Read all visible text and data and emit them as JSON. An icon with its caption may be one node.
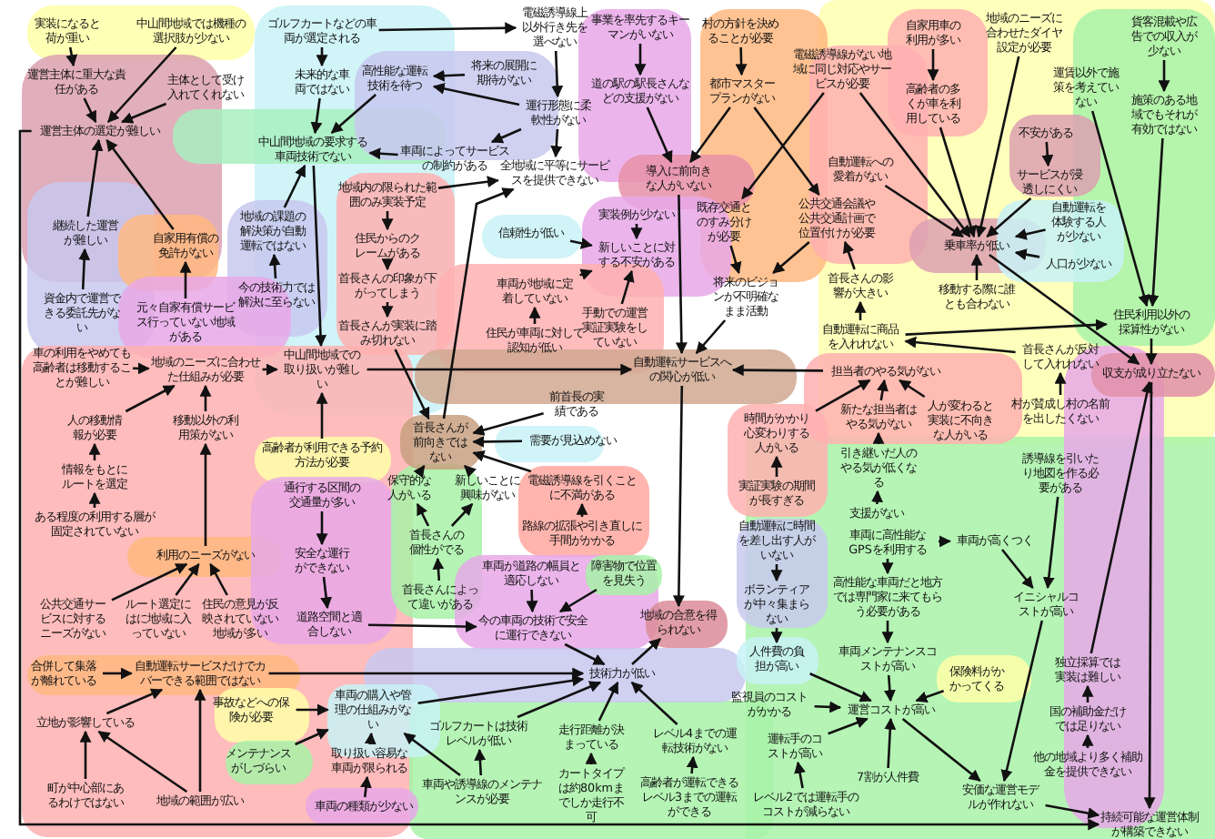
{
  "diagram": {
    "nodes": [
      {
        "text": [
          "実装になると荷が重い"
        ]
      },
      {
        "text": [
          "中山間地域では機種の選択肢が少ない"
        ]
      },
      {
        "text": [
          "運営主体に重大な責任がある"
        ]
      },
      {
        "text": [
          "主体として受け入れてくれない"
        ]
      },
      {
        "text": [
          "運営主体の選定が難しい"
        ]
      },
      {
        "text": [
          "継続した運営が難しい"
        ]
      },
      {
        "text": [
          "自家用有償の免許がない"
        ]
      },
      {
        "text": [
          "資金内で運営できる委託先がない"
        ]
      },
      {
        "text": [
          "元々自家有償サービス行っていない地域がある"
        ]
      },
      {
        "text": [
          "地域の課題の解決策が自動運転ではない"
        ]
      },
      {
        "text": [
          "今の技術力では解決に至らない"
        ]
      },
      {
        "text": [
          "ゴルフカートなどの車両が選定される"
        ]
      },
      {
        "text": [
          "未来的な車両ではない"
        ]
      },
      {
        "text": [
          "高性能な運転技術を待つ"
        ]
      },
      {
        "text": [
          "中山間地域の要求する車両技術でない"
        ]
      },
      {
        "text": [
          "電磁誘導線上以外行き先を選べない"
        ]
      },
      {
        "text": [
          "将来の展開に期待がない"
        ]
      },
      {
        "text": [
          "運行形態に柔軟性がない"
        ]
      },
      {
        "text": [
          "車両によってサービスの制約がある"
        ]
      },
      {
        "text": [
          "事業を率先するキーマンがいない"
        ]
      },
      {
        "text": [
          "道の駅の駅長さんなどの支援がない"
        ]
      },
      {
        "text": [
          "村の方針を決めることが必要"
        ]
      },
      {
        "text": [
          "都市マスタープランがない"
        ]
      },
      {
        "text": [
          "電磁誘導線がない地域に同じ対応やサービスが必要"
        ]
      },
      {
        "text": [
          "自家用車の利用が多い"
        ]
      },
      {
        "text": [
          "地域のニーズに合わせたダイヤ設定が必要"
        ]
      },
      {
        "text": [
          "貨客混載や広告での収入が少ない"
        ]
      },
      {
        "text": [
          "高齢者の多くが車を利用している"
        ]
      },
      {
        "text": [
          "運賃以外で施策を考えていない"
        ]
      },
      {
        "text": [
          "施策のある地域でもそれが有効ではない"
        ]
      },
      {
        "text": [
          "不安がある"
        ]
      },
      {
        "text": [
          "サービスが浸透しにくい"
        ]
      },
      {
        "text": [
          "自動運転を体験する人が少ない"
        ]
      },
      {
        "text": [
          "人口が少ない"
        ]
      },
      {
        "text": [
          "乗車率が低い"
        ]
      },
      {
        "text": [
          "自動運転への愛着がない"
        ]
      },
      {
        "text": [
          "公共交通会議や公共交通計画で位置付けが必要"
        ]
      },
      {
        "text": [
          "既存交通とのすみ分けが必要"
        ]
      },
      {
        "text": [
          "将来のビジョンが不明確なまま活動"
        ]
      },
      {
        "text": [
          "首長さんの影響が大きい"
        ]
      },
      {
        "text": [
          "自動運転に商品を入れれない"
        ]
      },
      {
        "text": [
          "移動する際に誰とも合わない"
        ]
      },
      {
        "text": [
          "首長さんが反対して入れれない"
        ]
      },
      {
        "text": [
          "住民利用以外の採算性がない"
        ]
      },
      {
        "text": [
          "収支が成り立たない"
        ]
      },
      {
        "text": [
          "村が賛成し村の名前を出したくない"
        ]
      },
      {
        "text": [
          "導入に前向きな人がいない"
        ]
      },
      {
        "text": [
          "全地域に平等にサービスを提供できない"
        ]
      },
      {
        "text": [
          "実装例が少ない"
        ]
      },
      {
        "text": [
          "新しいことに対する不安がある"
        ]
      },
      {
        "text": [
          "信頼性が低い"
        ]
      },
      {
        "text": [
          "車両が地域に定着していない"
        ]
      },
      {
        "text": [
          "住民が車両に対して認知が低い"
        ]
      },
      {
        "text": [
          "手動での運営実証実験をしていない"
        ]
      },
      {
        "text": [
          "地域内の限られた範囲のみ実装予定"
        ]
      },
      {
        "text": [
          "住民からのクレームがある"
        ]
      },
      {
        "text": [
          "首長さんの印象が下がってしまう"
        ]
      },
      {
        "text": [
          "首長さんが実装に踏み切れない"
        ]
      },
      {
        "text": [
          "車の利用をやめても高齢者は移動することが難しい"
        ]
      },
      {
        "text": [
          "地域のニーズに合わせた仕組みが必要"
        ]
      },
      {
        "text": [
          "中山間地域での取り扱いが難しい"
        ]
      },
      {
        "text": [
          "自動運転サービスへの関心が低い"
        ]
      },
      {
        "text": [
          "前首長の実績である"
        ]
      },
      {
        "text": [
          "時間がかかり心変わりする人がいる"
        ]
      },
      {
        "text": [
          "担当者のやる気がない"
        ]
      },
      {
        "text": [
          "新たな担当者はやる気がない"
        ]
      },
      {
        "text": [
          "人が変わると実装に不向きな人がいる"
        ]
      },
      {
        "text": [
          "人の移動情報が必要"
        ]
      },
      {
        "text": [
          "移動以外の利用策がない"
        ]
      },
      {
        "text": [
          "情報をもとにルートを選定"
        ]
      },
      {
        "text": [
          "ある程度の利用する層が固定されていない"
        ]
      },
      {
        "text": [
          "利用のニーズがない"
        ]
      },
      {
        "text": [
          "公共交通サービスに対するニーズがない"
        ]
      },
      {
        "text": [
          "ルート選定にはに地域に入っていない"
        ]
      },
      {
        "text": [
          "住民の意見が反映されていない地域が多い"
        ]
      },
      {
        "text": [
          "高齢者が利用できる予約方法が必要"
        ]
      },
      {
        "text": [
          "通行する区間の交通量が多い"
        ]
      },
      {
        "text": [
          "安全な運行ができない"
        ]
      },
      {
        "text": [
          "道路空間と適合しない"
        ]
      },
      {
        "text": [
          "首長さんが前向きではない"
        ]
      },
      {
        "text": [
          "需要が見込めない"
        ]
      },
      {
        "text": [
          "保守的な人がいる"
        ]
      },
      {
        "text": [
          "新しいことに興味がない"
        ]
      },
      {
        "text": [
          "首長さんの個性がでる"
        ]
      },
      {
        "text": [
          "首長さんによって違いがある"
        ]
      },
      {
        "text": [
          "電磁誘導線を引くことに不満がある"
        ]
      },
      {
        "text": [
          "路線の拡張や引き直しに手間がかかる"
        ]
      },
      {
        "text": [
          "車両が道路の幅員と適応しない"
        ]
      },
      {
        "text": [
          "障害物で位置を見失う"
        ]
      },
      {
        "text": [
          "今の車両の技術で安全に運行できない"
        ]
      },
      {
        "text": [
          "地域の合意を得られない"
        ]
      },
      {
        "text": [
          "実証実験の期間が長すぎる"
        ]
      },
      {
        "text": [
          "自動運転に時間を差し出す人がいない"
        ]
      },
      {
        "text": [
          "ボランティアが中々集まらない"
        ]
      },
      {
        "text": [
          "人件費の負担が高い"
        ]
      },
      {
        "text": [
          "引き継いだ人のやる気が低くなる"
        ]
      },
      {
        "text": [
          "支援がない"
        ]
      },
      {
        "text": [
          "誘導線を引いたり地図を作る必要がある"
        ]
      },
      {
        "text": [
          "車両に高性能なGPSを利用する"
        ]
      },
      {
        "text": [
          "車両が高くつく"
        ]
      },
      {
        "text": [
          "高性能な車両だと地方では専門家に来てもらう必要がある"
        ]
      },
      {
        "text": [
          "イニシャルコストが高い"
        ]
      },
      {
        "text": [
          "車両メンテナンスコストが高い"
        ]
      },
      {
        "text": [
          "保険料がかかってくる"
        ]
      },
      {
        "text": [
          "独立採算では実装は難しい"
        ]
      },
      {
        "text": [
          "国の補助金だけでは足りない"
        ]
      },
      {
        "text": [
          "他の地域より多く補助金を提供できない"
        ]
      },
      {
        "text": [
          "運営コストが高い"
        ]
      },
      {
        "text": [
          "7割が人件費"
        ]
      },
      {
        "text": [
          "安価な運営モデルが作れない"
        ]
      },
      {
        "text": [
          "持続可能な運営体制が構築できない"
        ]
      },
      {
        "text": [
          "監視員のコストがかかる"
        ]
      },
      {
        "text": [
          "運転手のコストが高い"
        ]
      },
      {
        "text": [
          "レベル2では運転手のコストが減らない"
        ]
      },
      {
        "text": [
          "技術力が低い"
        ]
      },
      {
        "text": [
          "走行距離が決まっている"
        ]
      },
      {
        "text": [
          "カートタイプは約80kmまでしか走行不可"
        ]
      },
      {
        "text": [
          "レベル4までの運転技術がない"
        ]
      },
      {
        "text": [
          "高齢者が運転できるレベル3までの運転ができる"
        ]
      },
      {
        "text": [
          "ゴルフカートは技術レベルが低い"
        ]
      },
      {
        "text": [
          "車両や誘導線のメンテナンスが必要"
        ]
      },
      {
        "text": [
          "車両の購入や管理の仕組みがない"
        ]
      },
      {
        "text": [
          "事故などへの保険が必要"
        ]
      },
      {
        "text": [
          "メンテナンスがしづらい"
        ]
      },
      {
        "text": [
          "取り扱い容易な車両が限られる"
        ]
      },
      {
        "text": [
          "車両の種類が少ない"
        ]
      },
      {
        "text": [
          "合併して集落が離れている"
        ]
      },
      {
        "text": [
          "自動運転サービスだけでカバーできる範囲ではない"
        ]
      },
      {
        "text": [
          "立地が影響している"
        ]
      },
      {
        "text": [
          "町が中心部にあるわけではない"
        ]
      },
      {
        "text": [
          "地域の範囲が広い"
        ]
      }
    ],
    "edges": [
      {
        "from": 0,
        "to": 2,
        "arrow": "to"
      },
      {
        "from": 1,
        "to": 4,
        "arrow": "to"
      },
      {
        "from": 2,
        "to": 4,
        "arrow": "to"
      },
      {
        "from": 3,
        "to": 4,
        "arrow": "to"
      },
      {
        "from": 5,
        "to": 4,
        "arrow": "to"
      },
      {
        "from": 6,
        "to": 4,
        "arrow": "to"
      },
      {
        "from": 7,
        "to": 5,
        "arrow": "to"
      },
      {
        "from": 8,
        "to": 6,
        "arrow": "to"
      },
      {
        "from": 10,
        "to": 9,
        "arrow": "to"
      },
      {
        "from": 9,
        "to": 14,
        "arrow": "to"
      },
      {
        "from": 11,
        "to": 12,
        "arrow": "to"
      },
      {
        "from": 11,
        "to": 15,
        "arrow": "to"
      },
      {
        "from": 12,
        "to": 14,
        "arrow": "to"
      },
      {
        "from": 13,
        "to": 14,
        "arrow": "to"
      },
      {
        "from": 16,
        "to": 13,
        "arrow": "to"
      },
      {
        "from": 17,
        "to": 13,
        "arrow": "to"
      },
      {
        "from": 15,
        "to": 17,
        "arrow": "to"
      },
      {
        "from": 17,
        "to": 18,
        "arrow": "to"
      },
      {
        "from": 17,
        "to": 47,
        "arrow": "to"
      },
      {
        "from": 18,
        "to": 14,
        "arrow": "to"
      },
      {
        "from": 54,
        "to": 47,
        "arrow": "to"
      },
      {
        "from": 54,
        "to": 55,
        "arrow": "to"
      },
      {
        "from": 55,
        "to": 56,
        "arrow": "to"
      },
      {
        "from": 56,
        "to": 57,
        "arrow": "to"
      },
      {
        "from": 57,
        "to": 79,
        "arrow": "to"
      },
      {
        "from": 79,
        "to": 47,
        "arrow": "to"
      },
      {
        "from": 14,
        "to": 60,
        "arrow": "to"
      },
      {
        "from": 75,
        "to": 60,
        "arrow": "to"
      },
      {
        "from": 58,
        "to": 59,
        "arrow": "to"
      },
      {
        "from": 59,
        "to": 60,
        "arrow": "to"
      },
      {
        "from": 67,
        "to": 59,
        "arrow": "to"
      },
      {
        "from": 68,
        "to": 59,
        "arrow": "to"
      },
      {
        "from": 69,
        "to": 67,
        "arrow": "to"
      },
      {
        "from": 70,
        "to": 69,
        "arrow": "to"
      },
      {
        "from": 71,
        "to": 68,
        "arrow": "to"
      },
      {
        "from": 72,
        "to": 71,
        "arrow": "to"
      },
      {
        "from": 73,
        "to": 71,
        "arrow": "to"
      },
      {
        "from": 74,
        "to": 71,
        "arrow": "to"
      },
      {
        "from": 60,
        "to": 61,
        "arrow": "to"
      },
      {
        "from": 76,
        "to": 77,
        "arrow": "to"
      },
      {
        "from": 77,
        "to": 78,
        "arrow": "to"
      },
      {
        "from": 78,
        "to": 89,
        "arrow": "to"
      },
      {
        "from": 4,
        "to": 110,
        "arrow": "to"
      },
      {
        "from": 127,
        "to": 114,
        "arrow": "to"
      },
      {
        "from": 121,
        "to": 114,
        "arrow": "to"
      },
      {
        "from": 119,
        "to": 114,
        "arrow": "to"
      },
      {
        "from": 115,
        "to": 114,
        "arrow": "to"
      },
      {
        "from": 117,
        "to": 114,
        "arrow": "to"
      },
      {
        "from": 89,
        "to": 114,
        "arrow": "to"
      },
      {
        "from": 114,
        "to": 90,
        "arrow": "to"
      },
      {
        "from": 61,
        "to": 90,
        "arrow": "to"
      },
      {
        "from": 116,
        "to": 115,
        "arrow": "to"
      },
      {
        "from": 118,
        "to": 117,
        "arrow": "to"
      },
      {
        "from": 120,
        "to": 119,
        "arrow": "to"
      },
      {
        "from": 122,
        "to": 121,
        "arrow": "to"
      },
      {
        "from": 123,
        "to": 121,
        "arrow": "to"
      },
      {
        "from": 124,
        "to": 121,
        "arrow": "to"
      },
      {
        "from": 125,
        "to": 124,
        "arrow": "to"
      },
      {
        "from": 120,
        "to": 121,
        "arrow": "to"
      },
      {
        "from": 126,
        "to": 127,
        "arrow": "to"
      },
      {
        "from": 128,
        "to": 127,
        "arrow": "to"
      },
      {
        "from": 129,
        "to": 128,
        "arrow": "to"
      },
      {
        "from": 130,
        "to": 128,
        "arrow": "to"
      },
      {
        "from": 130,
        "to": 127,
        "arrow": "to"
      },
      {
        "from": 19,
        "to": 20,
        "arrow": "to"
      },
      {
        "from": 20,
        "to": 46,
        "arrow": "to"
      },
      {
        "from": 21,
        "to": 22,
        "arrow": "to"
      },
      {
        "from": 22,
        "to": 46,
        "arrow": "to"
      },
      {
        "from": 22,
        "to": 36,
        "arrow": "to"
      },
      {
        "from": 23,
        "to": 37,
        "arrow": "to"
      },
      {
        "from": 23,
        "to": 34,
        "arrow": "to"
      },
      {
        "from": 37,
        "to": 38,
        "arrow": "to"
      },
      {
        "from": 36,
        "to": 38,
        "arrow": "to"
      },
      {
        "from": 38,
        "to": 61,
        "arrow": "to"
      },
      {
        "from": 46,
        "to": 61,
        "arrow": "to"
      },
      {
        "from": 48,
        "to": 49,
        "arrow": "to"
      },
      {
        "from": 50,
        "to": 49,
        "arrow": "to"
      },
      {
        "from": 51,
        "to": 49,
        "arrow": "to"
      },
      {
        "from": 53,
        "to": 49,
        "arrow": "to"
      },
      {
        "from": 52,
        "to": 51,
        "arrow": "to"
      },
      {
        "from": 24,
        "to": 27,
        "arrow": "to"
      },
      {
        "from": 27,
        "to": 34,
        "arrow": "to"
      },
      {
        "from": 25,
        "to": 34,
        "arrow": "to"
      },
      {
        "from": 30,
        "to": 31,
        "arrow": "to"
      },
      {
        "from": 31,
        "to": 34,
        "arrow": "to"
      },
      {
        "from": 32,
        "to": 34,
        "arrow": "to"
      },
      {
        "from": 33,
        "to": 34,
        "arrow": "to"
      },
      {
        "from": 35,
        "to": 34,
        "arrow": "to"
      },
      {
        "from": 41,
        "to": 34,
        "arrow": "to"
      },
      {
        "from": 34,
        "to": 44,
        "arrow": "to"
      },
      {
        "from": 26,
        "to": 29,
        "arrow": "to"
      },
      {
        "from": 29,
        "to": 43,
        "arrow": "to"
      },
      {
        "from": 28,
        "to": 43,
        "arrow": "to"
      },
      {
        "from": 43,
        "to": 44,
        "arrow": "to"
      },
      {
        "from": 40,
        "to": 43,
        "arrow": "to"
      },
      {
        "from": 42,
        "to": 40,
        "arrow": "to"
      },
      {
        "from": 40,
        "to": 39,
        "arrow": "to"
      },
      {
        "from": 39,
        "to": 36,
        "arrow": "to"
      },
      {
        "from": 45,
        "to": 42,
        "arrow": "to"
      },
      {
        "from": 44,
        "to": 110,
        "arrow": "to"
      },
      {
        "from": 104,
        "to": 44,
        "arrow": "to"
      },
      {
        "from": 106,
        "to": 105,
        "arrow": "to"
      },
      {
        "from": 105,
        "to": 104,
        "arrow": "to"
      },
      {
        "from": 97,
        "to": 101,
        "arrow": "to"
      },
      {
        "from": 99,
        "to": 101,
        "arrow": "to"
      },
      {
        "from": 101,
        "to": 109,
        "arrow": "to"
      },
      {
        "from": 107,
        "to": 109,
        "arrow": "to"
      },
      {
        "from": 109,
        "to": 110,
        "arrow": "to"
      },
      {
        "from": 98,
        "to": 99,
        "arrow": "to"
      },
      {
        "from": 98,
        "to": 100,
        "arrow": "to"
      },
      {
        "from": 100,
        "to": 102,
        "arrow": "to"
      },
      {
        "from": 102,
        "to": 107,
        "arrow": "to"
      },
      {
        "from": 103,
        "to": 107,
        "arrow": "to"
      },
      {
        "from": 94,
        "to": 107,
        "arrow": "to"
      },
      {
        "from": 108,
        "to": 107,
        "arrow": "to"
      },
      {
        "from": 111,
        "to": 107,
        "arrow": "to"
      },
      {
        "from": 112,
        "to": 107,
        "arrow": "to"
      },
      {
        "from": 113,
        "to": 112,
        "arrow": "to"
      },
      {
        "from": 96,
        "to": 95,
        "arrow": "to"
      },
      {
        "from": 95,
        "to": 65,
        "arrow": "to"
      },
      {
        "from": 65,
        "to": 64,
        "arrow": "to"
      },
      {
        "from": 63,
        "to": 64,
        "arrow": "to"
      },
      {
        "from": 66,
        "to": 64,
        "arrow": "to"
      },
      {
        "from": 64,
        "to": 61,
        "arrow": "to"
      },
      {
        "from": 91,
        "to": 63,
        "arrow": "to"
      },
      {
        "from": 92,
        "to": 93,
        "arrow": "to"
      },
      {
        "from": 93,
        "to": 94,
        "arrow": "to"
      },
      {
        "from": 80,
        "to": 79,
        "arrow": "to"
      },
      {
        "from": 81,
        "to": 79,
        "arrow": "to"
      },
      {
        "from": 82,
        "to": 79,
        "arrow": "to"
      },
      {
        "from": 83,
        "to": 81,
        "arrow": "to"
      },
      {
        "from": 83,
        "to": 82,
        "arrow": "to"
      },
      {
        "from": 84,
        "to": 83,
        "arrow": "to"
      },
      {
        "from": 85,
        "to": 79,
        "arrow": "to"
      },
      {
        "from": 86,
        "to": 85,
        "arrow": "to"
      },
      {
        "from": 62,
        "to": 79,
        "arrow": "to"
      },
      {
        "from": 87,
        "to": 89,
        "arrow": "to"
      },
      {
        "from": 88,
        "to": 89,
        "arrow": "to"
      }
    ]
  }
}
